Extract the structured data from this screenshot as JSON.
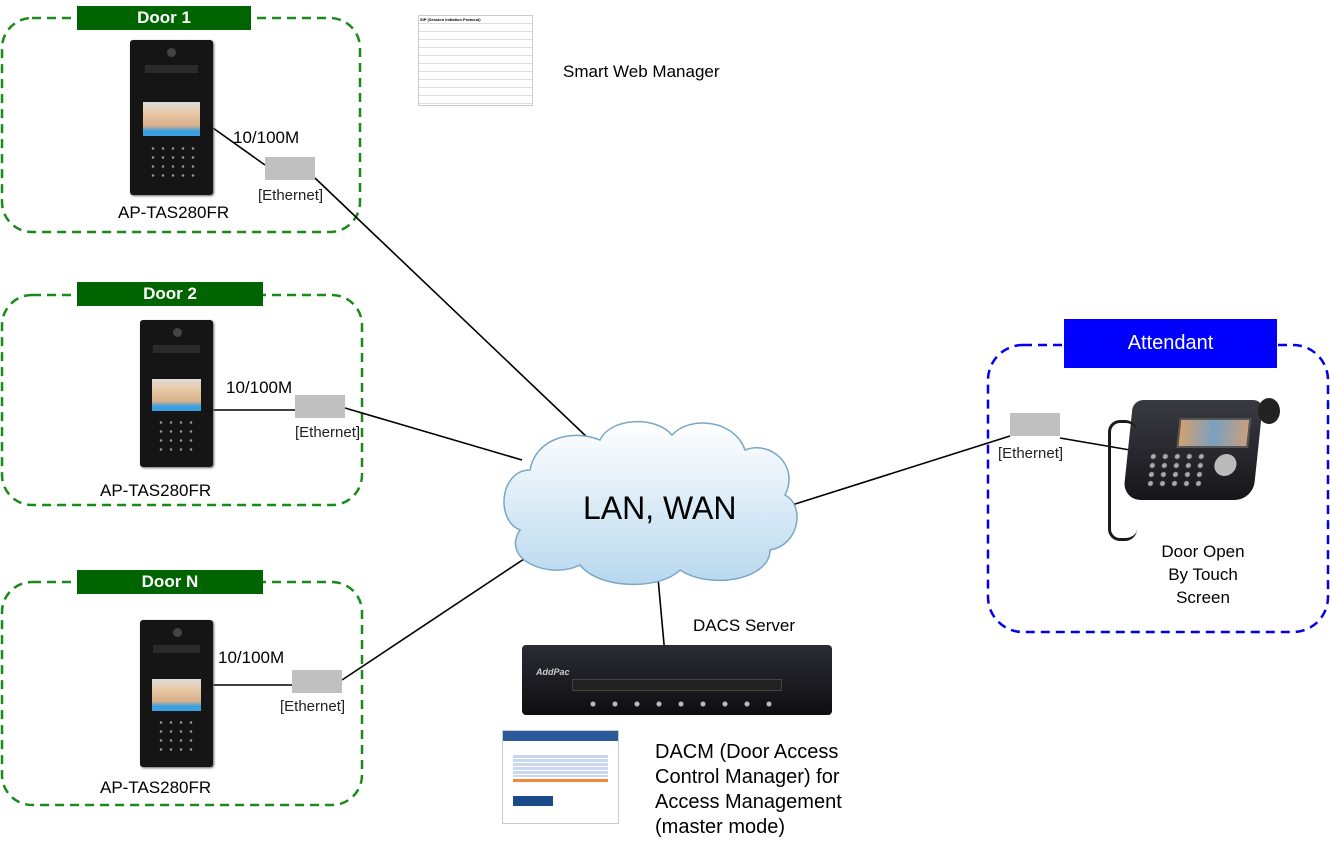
{
  "doors": [
    {
      "label": "Door 1",
      "speed": "10/100M",
      "port": "[Ethernet]",
      "model": "AP-TAS280FR"
    },
    {
      "label": "Door 2",
      "speed": "10/100M",
      "port": "[Ethernet]",
      "model": "AP-TAS280FR"
    },
    {
      "label": "Door N",
      "speed": "10/100M",
      "port": "[Ethernet]",
      "model": "AP-TAS280FR"
    }
  ],
  "network": {
    "label": "LAN, WAN"
  },
  "web_manager": {
    "label": "Smart Web Manager",
    "thumbnail_title": "SIP (Session Initiation Protocol)"
  },
  "server": {
    "label": "DACS Server",
    "brand": "AddPac"
  },
  "dacm": {
    "lines": [
      "DACM (Door Access",
      "Control Manager) for",
      "Access Management",
      "(master mode)"
    ]
  },
  "attendant": {
    "label": "Attendant",
    "port": "[Ethernet]",
    "caption_lines": [
      "Door Open",
      "By Touch Screen"
    ]
  },
  "colors": {
    "door_green": "#006400",
    "attendant_blue": "#0000ff",
    "ethernet_gray": "#c0c0c0"
  }
}
